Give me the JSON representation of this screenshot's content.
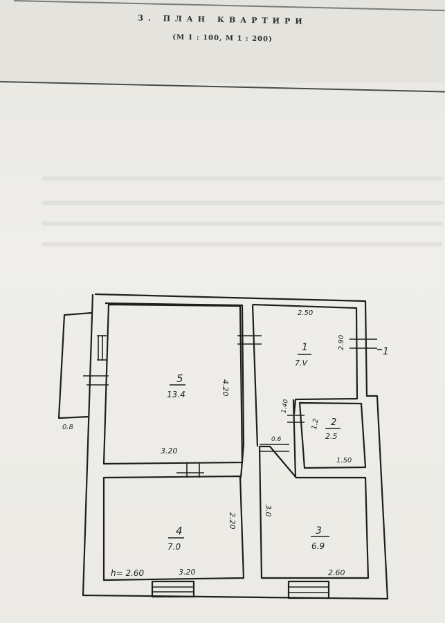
{
  "header": {
    "section_number": "3.",
    "title": "ПЛАН КВАРТИРИ",
    "scale": "(М 1 : 100, М 1 : 200)"
  },
  "plan": {
    "room5": {
      "number": "5",
      "area": "13.4",
      "height": "4.20",
      "width": "3.20"
    },
    "room1": {
      "number": "1",
      "area": "7.V",
      "width": "2.50",
      "height": "2.90",
      "marker": "1"
    },
    "room2": {
      "number": "2",
      "area": "2.5",
      "height": "1.2",
      "width": "1.50",
      "side": "1.40"
    },
    "room4": {
      "number": "4",
      "area": "7.0",
      "height": "2.20",
      "width": "3.20",
      "note": "h= 2.60"
    },
    "room3": {
      "number": "3",
      "area": "6.9",
      "height": "3.0",
      "width": "2.60",
      "door": "0.6"
    },
    "balcony": {
      "depth": "0.8"
    }
  }
}
